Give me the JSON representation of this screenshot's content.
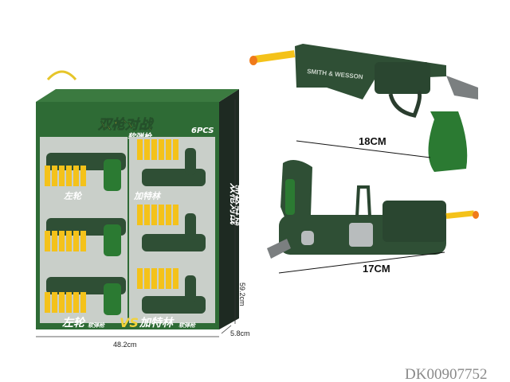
{
  "box": {
    "title": "双枪对战",
    "subtitle": "软弹枪",
    "count": "6PCS",
    "revolver_label": "左轮",
    "gatling_label": "加特林",
    "soft_label": "软弹枪",
    "vs": "VS",
    "side_title": "双枪对战"
  },
  "dimensions": {
    "width": "48.2cm",
    "height": "59.2cm",
    "depth": "5.8cm"
  },
  "revolver": {
    "brand": "SMITH & WESSON",
    "length": "18CM"
  },
  "gatling": {
    "length": "17CM"
  },
  "watermark": "DK00907752",
  "colors": {
    "green_dark": "#2f4f35",
    "green_grip": "#2b7a32",
    "dart": "#f4c21a",
    "tip": "#f07a1a"
  }
}
